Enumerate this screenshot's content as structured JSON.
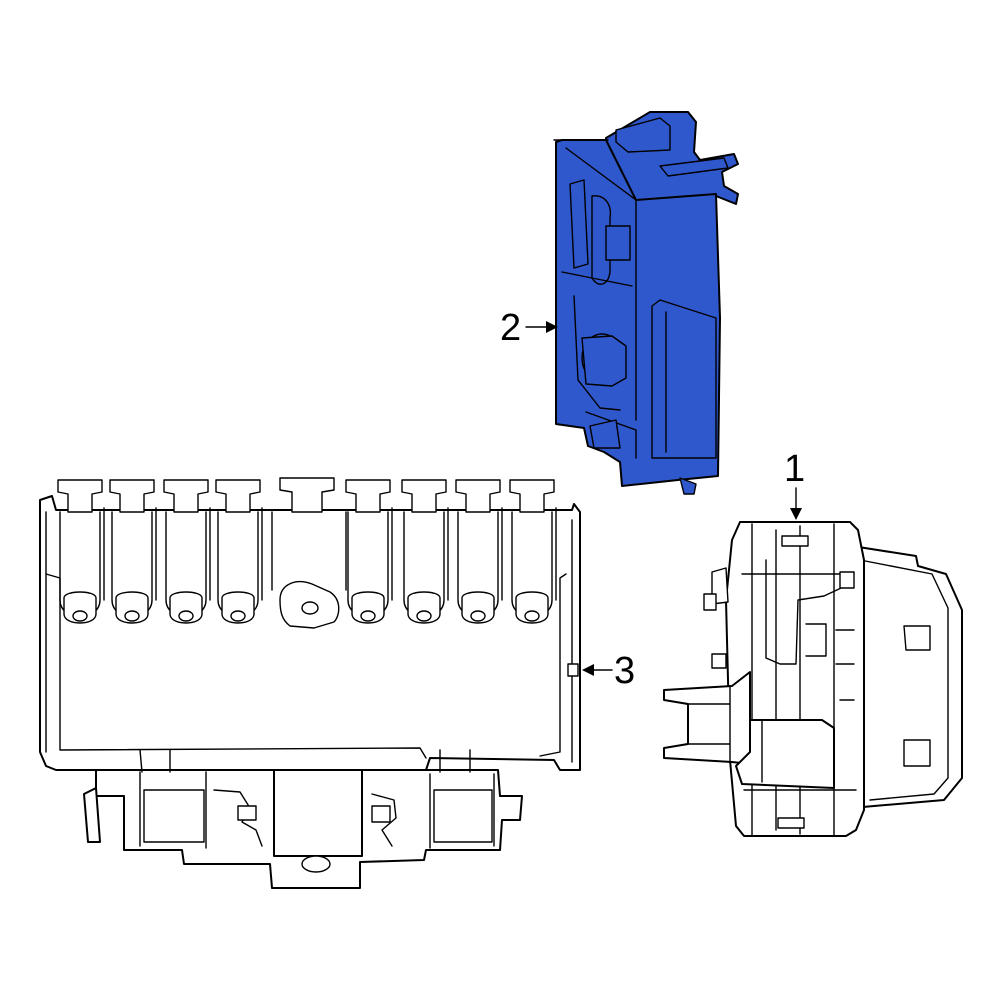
{
  "diagram": {
    "accent_color": "#2f58cc",
    "parts": [
      {
        "callout": "1",
        "icon": "relay-module-icon",
        "highlighted": false
      },
      {
        "callout": "2",
        "icon": "control-module-icon",
        "highlighted": true
      },
      {
        "callout": "3",
        "icon": "fuse-box-icon",
        "highlighted": false
      }
    ]
  }
}
